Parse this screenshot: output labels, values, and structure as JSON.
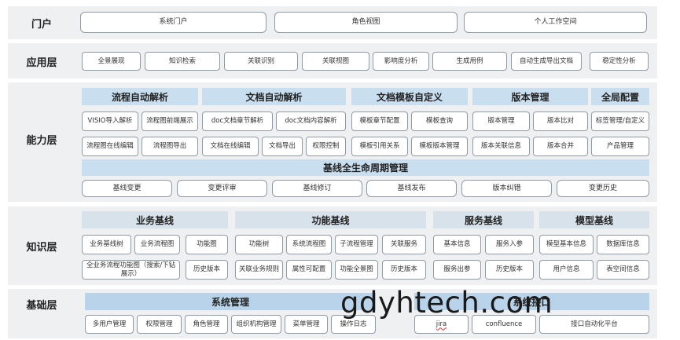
{
  "layers": {
    "portal": {
      "label": "门户",
      "items": [
        "系统门户",
        "角色视图",
        "个人工作空间"
      ]
    },
    "application": {
      "label": "应用层",
      "items": [
        "全景展现",
        "知识检索",
        "关联识别",
        "关联视图",
        "影响度分析",
        "生成用例",
        "自动生成导出文档",
        "稳定性分析"
      ]
    },
    "capability": {
      "label": "能力层",
      "groups": [
        {
          "title": "流程自动解析",
          "items": [
            "VISIO导入解析",
            "流程图前端展示",
            "流程图在线编辑",
            "流程图导出"
          ]
        },
        {
          "title": "文档自动解析",
          "items": [
            "doc文档章节解析",
            "doc文档内容解析",
            "文档在线编辑",
            "文档导出",
            "权限控制"
          ]
        },
        {
          "title": "文档模板自定义",
          "items": [
            "模板章节配置",
            "模板查询",
            "模板引用关系",
            "模板版本管理"
          ]
        },
        {
          "title": "版本管理",
          "items": [
            "版本管理",
            "版本比对",
            "版本关联信息",
            "版本合并"
          ]
        },
        {
          "title": "全局配置",
          "items": [
            "标签管理/自定义",
            "产品管理"
          ]
        }
      ],
      "baseline_title": "基线全生命周期管理",
      "baseline_items": [
        "基线变更",
        "变更评审",
        "基线修订",
        "基线发布",
        "版本纠错",
        "变更历史"
      ]
    },
    "knowledge": {
      "label": "知识层",
      "groups": [
        {
          "title": "业务基线",
          "items": [
            "业务基线树",
            "业务流程图",
            "功能图",
            "全业务流程功能图（搜索/下钻展示）",
            "历史版本"
          ]
        },
        {
          "title": "功能基线",
          "items": [
            "功能树",
            "系统流程图",
            "子流程管理",
            "关联服务",
            "关联业务规则",
            "属性可配置",
            "功能全景图",
            "历史版本"
          ]
        },
        {
          "title": "服务基线",
          "items": [
            "基本信息",
            "服务入参",
            "服务出参",
            "历史版本"
          ]
        },
        {
          "title": "模型基线",
          "items": [
            "模型基本信息",
            "数据库信息",
            "用户信息",
            "表空间信息"
          ]
        }
      ]
    },
    "foundation": {
      "label": "基础层",
      "groups": [
        {
          "title": "系统管理",
          "items": [
            "多用户管理",
            "权限管理",
            "角色管理",
            "组织机构管理",
            "菜单管理",
            "操作日志"
          ]
        },
        {
          "title": "系统接口",
          "items": [
            "jira",
            "confluence",
            "接口自动化平台"
          ]
        }
      ]
    }
  },
  "watermark": "gdyhtech.com",
  "colors": {
    "band": "#eef0f2",
    "header_blue": "#c9dff0",
    "header_grey": "#d8e2ea",
    "box_border": "#8f9aa6"
  }
}
